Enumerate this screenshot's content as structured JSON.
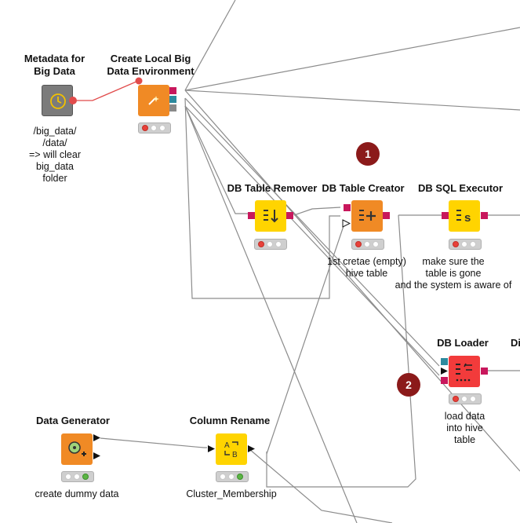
{
  "colors": {
    "component": "#7b7b7b",
    "source": "#f08a25",
    "db": "#ffd400",
    "dbloader": "#f23b3b",
    "port_db": "#c8175c",
    "port_spark": "#2d8a9e",
    "port_data": "#111111",
    "wire": "#8c8c8c",
    "wire_flow": "#e14b4b",
    "badge": "#8b1a1a"
  },
  "nodes": {
    "metadata": {
      "title": "Metadata for\nBig Data",
      "note": "/big_data/\n/data/\n=> will clear\nbig_data\nfolder",
      "icon": "clock-icon"
    },
    "create_env": {
      "title": "Create Local Big\nData Environment",
      "icon": "wand-icon"
    },
    "table_remover": {
      "title": "DB Table Remover",
      "icon": "db-table-remove-icon"
    },
    "table_creator": {
      "title": "DB Table Creator",
      "note": "1st cretae (empty)\nhive table",
      "icon": "db-table-create-icon"
    },
    "sql_executor": {
      "title": "DB SQL Executor",
      "note": "make sure the\ntable is gone\nand the system is aware of",
      "icon": "db-sql-icon"
    },
    "loader": {
      "title": "DB Loader",
      "note": "load data\ninto hive\ntable",
      "icon": "db-loader-icon"
    },
    "loader_next": {
      "title": "Di"
    },
    "data_generator": {
      "title": "Data Generator",
      "note": "create dummy data",
      "icon": "generator-icon"
    },
    "column_rename": {
      "title": "Column Rename",
      "note": "Cluster_Membership",
      "icon": "rename-icon"
    }
  },
  "badges": [
    "1",
    "2"
  ]
}
